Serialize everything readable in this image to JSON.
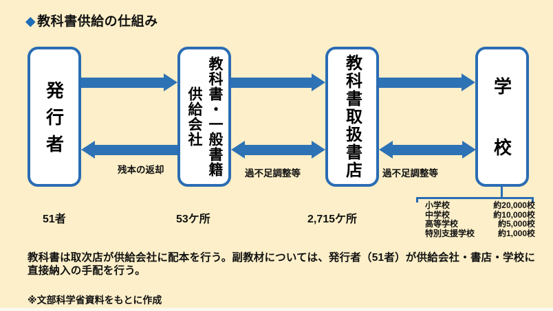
{
  "title": {
    "icon": "◆",
    "text": "教科書供給の仕組み"
  },
  "flow": {
    "nodes": [
      {
        "label": "発行者",
        "count": "51者"
      },
      {
        "label_col1": "教科書・一般書籍",
        "label_col2": "供給会社",
        "count": "53ケ所"
      },
      {
        "label": "教科書取扱書店",
        "count": "2,715ケ所"
      },
      {
        "label": "学校"
      }
    ],
    "edge_labels": {
      "return_label": "残本の返却",
      "adjust1_label": "過不足調整等",
      "adjust2_label": "過不足調整等"
    }
  },
  "school_stats": [
    {
      "label": "小学校",
      "value": "約20,000校"
    },
    {
      "label": "中学校",
      "value": "約10,000校"
    },
    {
      "label": "高等学校",
      "value": "約5,000校"
    },
    {
      "label": "特別支援学校",
      "value": "約1,000校"
    }
  ],
  "description": "教科書は取次店が供給会社に配本を行う。副教材については、発行者（51者）が供給会社・書店・学校に直接納入の手配を行う。",
  "source_note": "※文部科学省資料をもとに作成",
  "colors": {
    "background": "#fcefc9",
    "box_fill": "#ffffff",
    "box_border": "#2a6cb3",
    "arrow": "#2e72b6",
    "title_diamond": "#1d6cb5",
    "text": "#111111"
  }
}
